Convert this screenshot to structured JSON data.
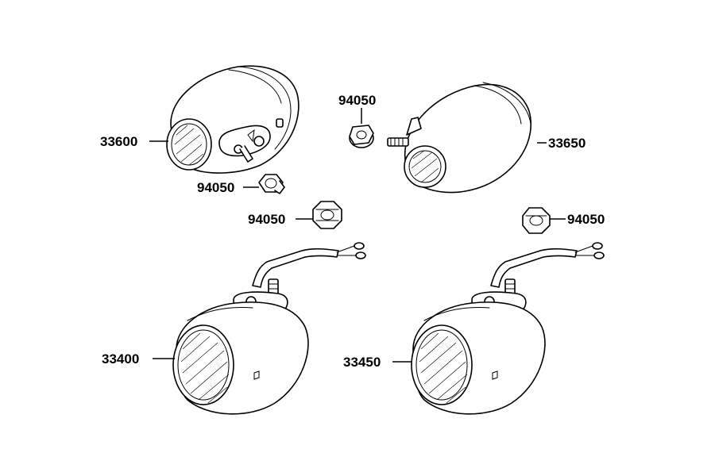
{
  "diagram": {
    "labels": {
      "front_left_signal": "33600",
      "front_right_signal": "33650",
      "rear_left_signal": "33400",
      "rear_right_signal": "33450",
      "nut_top": "94050",
      "nut_left_upper": "94050",
      "nut_left_lower": "94050",
      "nut_right": "94050"
    }
  }
}
